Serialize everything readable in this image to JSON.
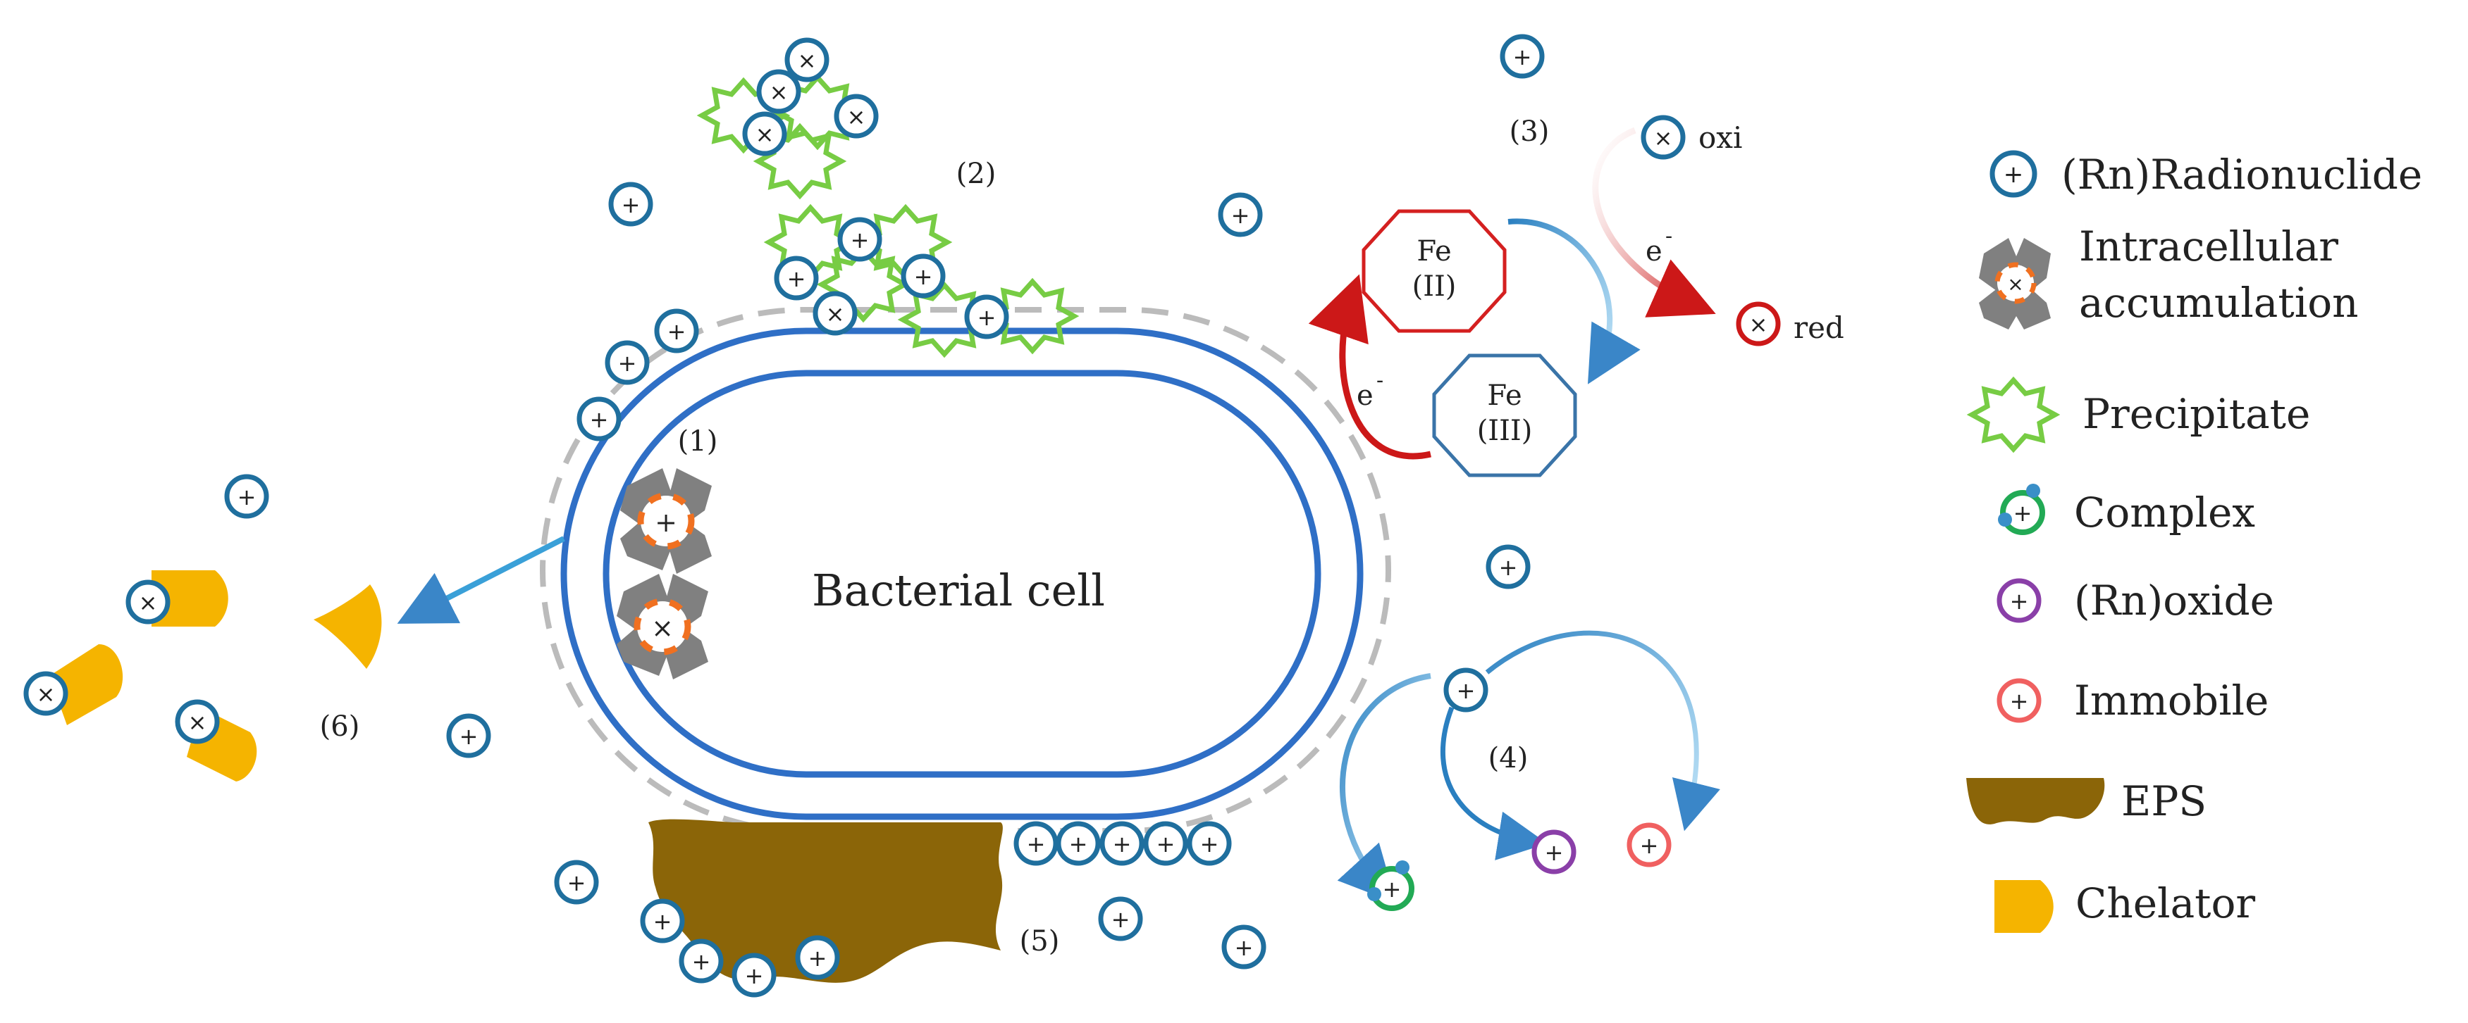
{
  "colors": {
    "radionuclide": "#1f6f9e",
    "membrane": "#2f6fc6",
    "precipitate": "#77cc44",
    "complex": "#22aa55",
    "oxide": "#8a3fa8",
    "immobile": "#f06060",
    "eps": "#8b6508",
    "chelator": "#f5b400",
    "fe2": "#d42020",
    "fe3": "#3a74a8",
    "arrow_red": "#cc1818",
    "arrow_blue": "#3aa0d8"
  },
  "labels": {
    "cell": "Bacterial cell",
    "mech1": "(1)",
    "mech2": "(2)",
    "mech3": "(3)",
    "mech4": "(4)",
    "mech5": "(5)",
    "mech6": "(6)",
    "fe2_top": "Fe",
    "fe2_bottom": "(II)",
    "fe3_top": "Fe",
    "fe3_bottom": "(III)",
    "electron_left": "e",
    "electron_right": "e",
    "electron_superscript": "-",
    "oxi": "oxi",
    "red": "red",
    "plus": "+",
    "times": "×"
  },
  "legend": {
    "radionuclide": "(Rn)Radionuclide",
    "intracellular_line1": "Intracellular",
    "intracellular_line2": "accumulation",
    "precipitate": "Precipitate",
    "complex": "Complex",
    "oxide": "(Rn)oxide",
    "immobile": "Immobile",
    "eps": "EPS",
    "chelator": "Chelator"
  }
}
